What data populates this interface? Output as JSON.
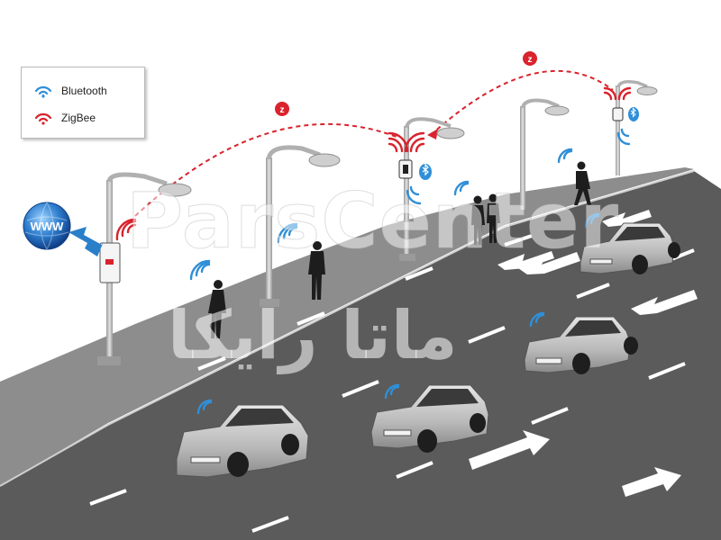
{
  "legend": {
    "items": [
      {
        "label": "Bluetooth",
        "color": "#2f8fd8",
        "icon": "bluetooth-waves-icon"
      },
      {
        "label": "ZigBee",
        "color": "#d9232d",
        "icon": "zigbee-waves-icon"
      }
    ]
  },
  "globe": {
    "label": "WWW"
  },
  "watermark": {
    "latin": "ParsCenter",
    "persian": "ماتا رایکا"
  },
  "colors": {
    "bluetooth": "#2f8fd8",
    "zigbee": "#d9232d",
    "road": "#5b5b5b",
    "sidewalk": "#8d8d8d",
    "lane_marking": "#ffffff",
    "arrow_blue": "#2a7fc9"
  }
}
